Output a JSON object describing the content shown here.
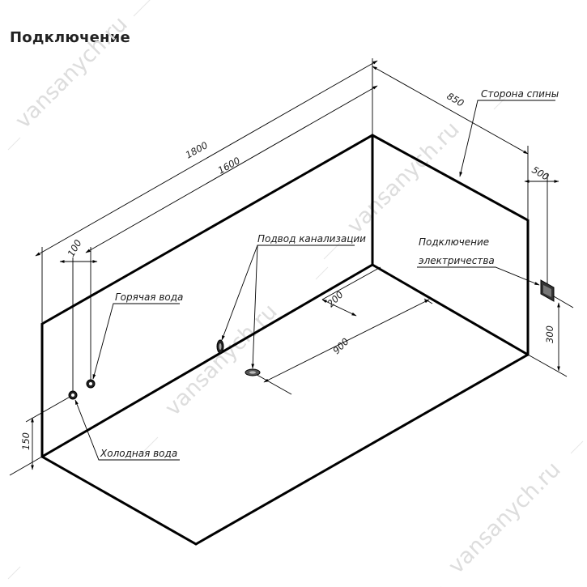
{
  "title": "Подключение",
  "watermark": "vansanych.ru",
  "dimensions": {
    "length_outer": "1800",
    "length_inner": "1600",
    "width": "850",
    "offset_100": "100",
    "offset_500": "500",
    "offset_200": "200",
    "dist_900": "900",
    "height_300": "300",
    "height_150": "150"
  },
  "labels": {
    "back_side": "Сторона спины",
    "sewage": "Подвод канализации",
    "electric_line1": "Подключение",
    "electric_line2": "электричества",
    "hot_water": "Горячая вода",
    "cold_water": "Холодная вода"
  },
  "colors": {
    "line": "#000000",
    "watermark": "#dddddd"
  }
}
